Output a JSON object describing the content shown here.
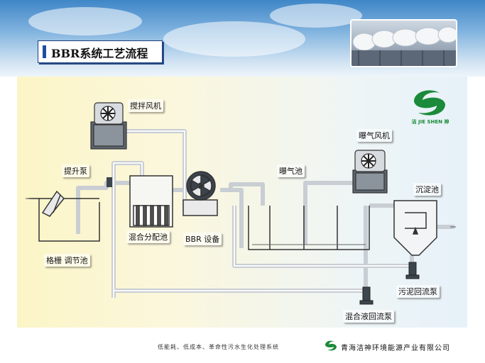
{
  "header": {
    "title": "BBR系统工艺流程"
  },
  "logo": {
    "brand_text": "洁 JIE SHEN 神"
  },
  "diagram": {
    "labels": {
      "blower_mix": "搅拌风机",
      "lift_pump": "提升泵",
      "screen_tank": "格栅 调节池",
      "mix_distribution_tank": "混合分配池",
      "bbr_equipment": "BBR 设备",
      "aeration_tank": "曝气池",
      "aeration_blower": "曝气风机",
      "sedimentation_tank": "沉淀池",
      "sludge_return_pump": "污泥回流泵",
      "mixed_liquor_return_pump": "混合液回流泵"
    }
  },
  "footer": {
    "slogan": "低能耗、低成本、革命性污水生化处理系统",
    "company": "青海洁神环境能源产业有限公司"
  },
  "colors": {
    "brand_green": "#1b8a3a",
    "title_blue": "#1d4fa0",
    "pipe": "#d9dde2"
  }
}
